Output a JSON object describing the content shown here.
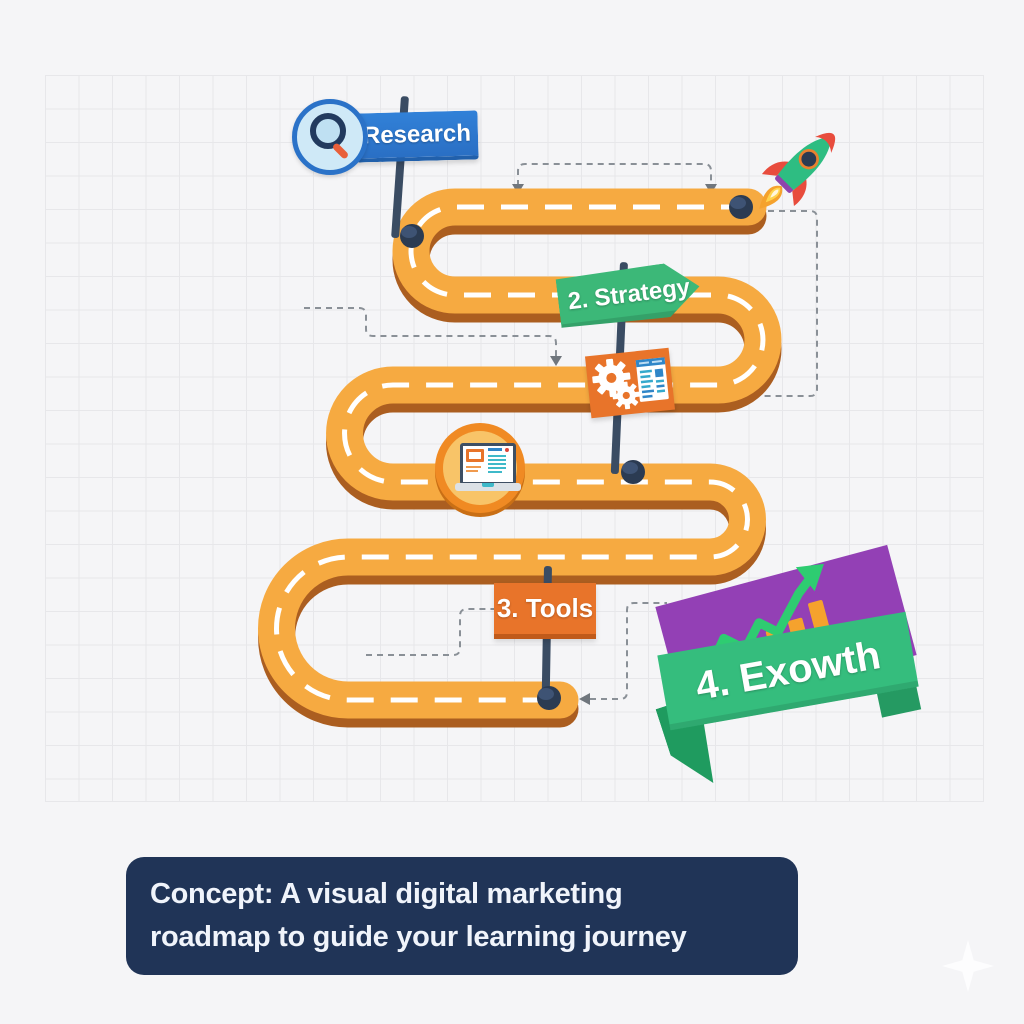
{
  "scene": {
    "type": "digital-marketing-roadmap-infographic",
    "caption_line1": "Concept: A visual digital marketing",
    "caption_line2": "roadmap to guide your learning journey"
  },
  "milestones": [
    {
      "label": "Research",
      "icon": "magnifier-icon",
      "sign": "blue-rectangle-signpost"
    },
    {
      "label": "2. Strategy",
      "icon": "gears-document-icon",
      "sign": "green-arrow-signpost"
    },
    {
      "label": "3. Tools",
      "icon": "laptop-icon",
      "sign": "orange-rectangle-signpost"
    },
    {
      "label": "4. Exowth",
      "icon": "growth-chart-icon",
      "sign": "green-purple-ribbon-banner"
    }
  ],
  "decorations": {
    "rocket": "rocket-icon",
    "sparkle": "sparkle-icon",
    "road": "winding-road-with-dashed-centerline",
    "connectors": "gray-dashed-arrows"
  },
  "colors": {
    "background": "#F5F5F7",
    "grid_line": "#E7E7EA",
    "road": "#F6AA41",
    "road_edge": "#AB5E20",
    "road_dash": "#FFFFFF",
    "post": "#3A4C63",
    "node": "#2B3B52",
    "research_blue": "#2D78D0",
    "strategy_green": "#3CB878",
    "tools_orange": "#E8742A",
    "growth_purple": "#9340B5",
    "growth_ribbon_green": "#35BD7D",
    "rocket_body_green": "#2EBD82",
    "rocket_red": "#E84C3D",
    "flame_orange": "#F5A22D",
    "caption_bg": "#203457",
    "caption_text": "#F0F4FB"
  }
}
